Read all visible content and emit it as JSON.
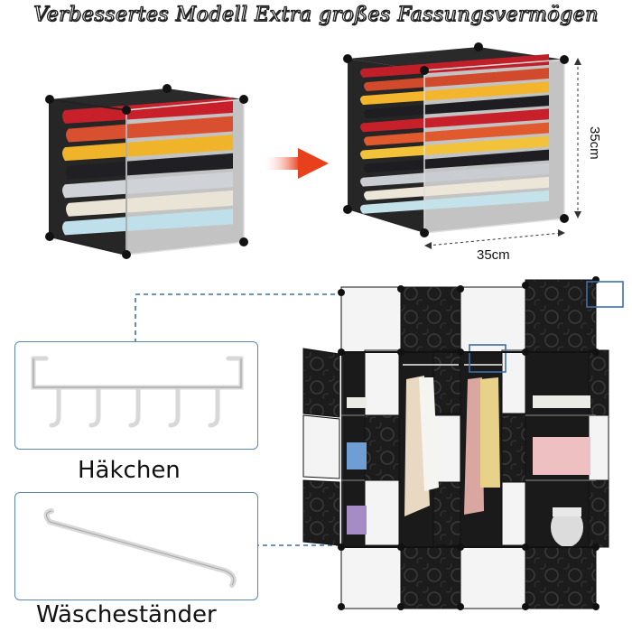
{
  "header": {
    "title": "Verbessertes Modell Extra großes Fassungsvermögen"
  },
  "dimensions": {
    "height": "35cm",
    "width": "35cm"
  },
  "accessories": {
    "hook_label": "Häkchen",
    "rail_label": "Wäscheständer"
  },
  "colors": {
    "frame": "#1a1a1a",
    "panel_white": "#f4f4f4",
    "panel_black": "#1c1c1c",
    "accent_line": "#3d6fa8",
    "arrow": "#e8401c"
  },
  "clothes": {
    "small_cube": [
      "#c8202a",
      "#d8502f",
      "#f0b42a",
      "#1f1f24",
      "#cfd2d6",
      "#e9e4d6",
      "#bfe0ea"
    ],
    "big_cube": [
      "#c01e28",
      "#d24a2c",
      "#f2b52b",
      "#1e1e22",
      "#c8202a",
      "#e05a2e",
      "#f2c23a",
      "#1e1e22",
      "#c9ccd0",
      "#ebe6d8",
      "#c4e2ea"
    ]
  }
}
